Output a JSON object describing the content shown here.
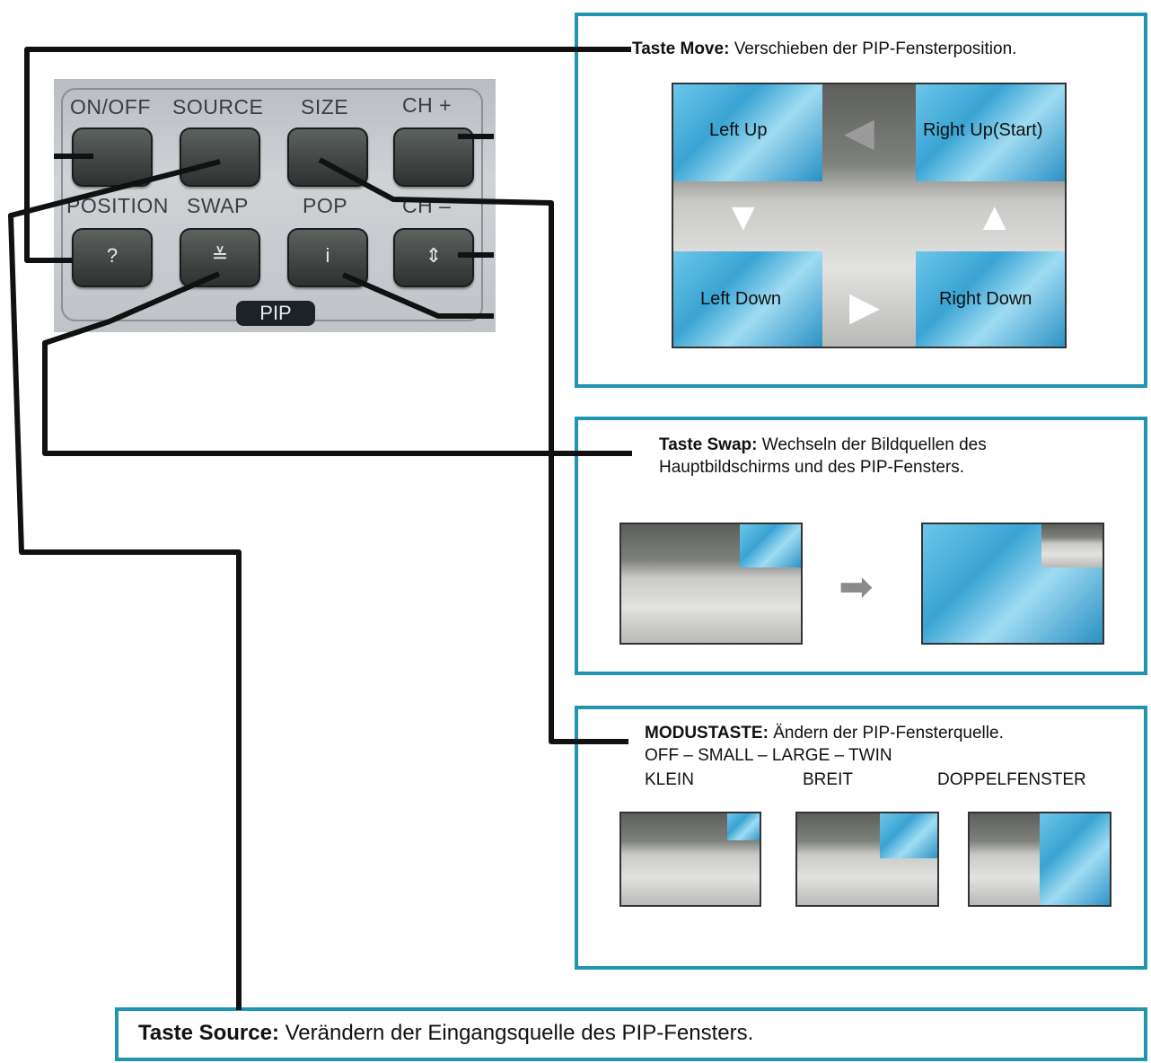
{
  "remote": {
    "row1_labels": [
      "ON/OFF",
      "SOURCE",
      "SIZE",
      "CH +"
    ],
    "row2_labels": [
      "POSITION",
      "SWAP",
      "POP",
      "CH –"
    ],
    "row2_glyphs": [
      "?",
      "≚",
      "i",
      "⇕"
    ],
    "pip_label": "PIP"
  },
  "move": {
    "title": "Taste Move:",
    "text": "Verschieben der PIP-Fensterposition.",
    "quadrants": [
      "Left Up",
      "Right Up(Start)",
      "Left Down",
      "Right Down"
    ]
  },
  "swap": {
    "title": "Taste Swap:",
    "line1": "Wechseln der Bildquellen des",
    "line2": "Hauptbildschirms und des PIP-Fensters."
  },
  "mode": {
    "title": "MODUSTASTE:",
    "text": "Ändern der PIP-Fensterquelle.",
    "sequence": "OFF – SMALL – LARGE – TWIN",
    "sizes": [
      "KLEIN",
      "BREIT",
      "DOPPELFENSTER"
    ]
  },
  "source": {
    "title": "Taste Source:",
    "text": "Verändern der Eingangsquelle des PIP-Fensters."
  },
  "colors": {
    "accent": "#1f95b0",
    "pip_blue": "#3aa4d4"
  },
  "icons": [
    "arrow-left-icon",
    "arrow-up-icon",
    "arrow-down-icon",
    "arrow-right-icon"
  ]
}
